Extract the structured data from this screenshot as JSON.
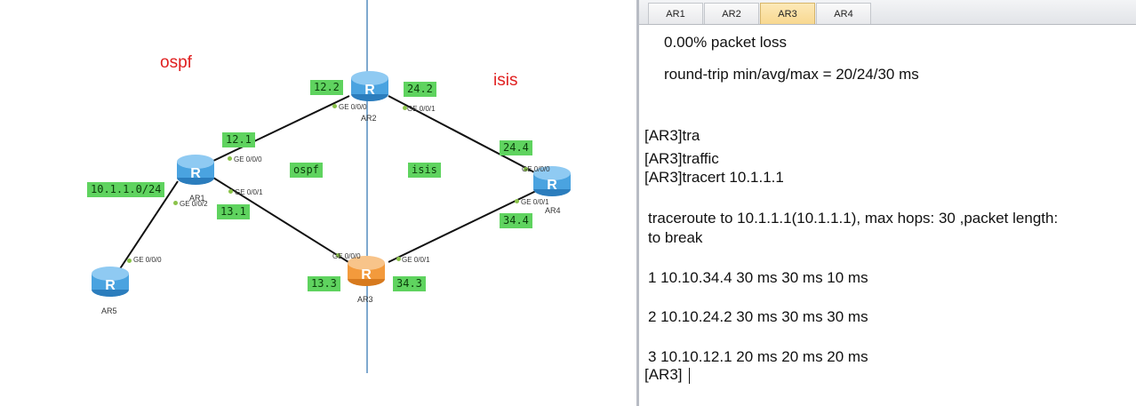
{
  "topology": {
    "protocols": {
      "left": "ospf",
      "right": "isis",
      "inner_left": "ospf",
      "inner_right": "isis"
    },
    "routers": [
      {
        "id": "AR1",
        "name": "AR1"
      },
      {
        "id": "AR2",
        "name": "AR2"
      },
      {
        "id": "AR3",
        "name": "AR3"
      },
      {
        "id": "AR4",
        "name": "AR4"
      },
      {
        "id": "AR5",
        "name": "AR5"
      }
    ],
    "addresses": {
      "ar2_left": "12.2",
      "ar2_right": "24.2",
      "ar1_up": "12.1",
      "ar1_lan": "10.1.1.0/24",
      "ar1_down": "13.1",
      "ar4_up": "24.4",
      "ar4_down": "34.4",
      "ar3_left": "13.3",
      "ar3_right": "34.3"
    },
    "ports": {
      "ar2_g0": "GE 0/0/0",
      "ar2_g1": "GE 0/0/1",
      "ar1_g0": "GE 0/0/0",
      "ar1_g1": "GE 0/0/1",
      "ar1_g2": "GE 0/0/2",
      "ar4_g0": "GE 0/0/0",
      "ar4_g1": "GE 0/0/1",
      "ar3_g0": "GE 0/0/0",
      "ar3_g1": "GE 0/0/1",
      "ar5_g0": "GE 0/0/0"
    },
    "colors": {
      "router_blue": "#4aa3e0",
      "router_orange": "#f39a3c",
      "label_green": "#5fd35f",
      "proto_red": "#e02020"
    }
  },
  "console": {
    "tabs": [
      "AR1",
      "AR2",
      "AR3",
      "AR4"
    ],
    "active_tab": "AR3",
    "lines": [
      "0.00% packet loss",
      "round-trip min/avg/max = 20/24/30 ms",
      "[AR3]tra",
      "[AR3]traffic",
      "[AR3]tracert 10.1.1.1",
      "traceroute to  10.1.1.1(10.1.1.1), max hops: 30 ,packet length:",
      "to break",
      "1 10.10.34.4 30 ms  30 ms  10 ms",
      "2 10.10.24.2 30 ms  30 ms  30 ms",
      "3 10.10.12.1 20 ms  20 ms  20 ms",
      "[AR3]"
    ]
  }
}
